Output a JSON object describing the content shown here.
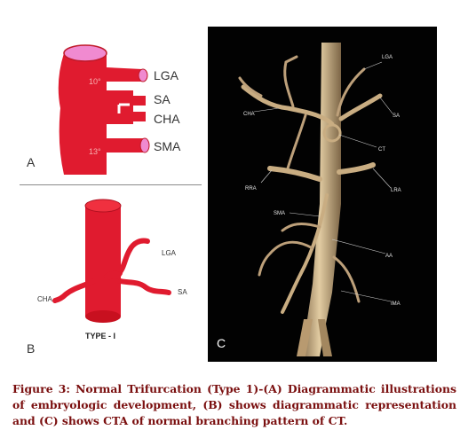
{
  "panel_a": {
    "letter": "A",
    "level_top": "10°",
    "level_bottom": "13°",
    "labels": [
      "LGA",
      "SA",
      "CHA",
      "SMA"
    ]
  },
  "panel_b": {
    "letter": "B",
    "type_label": "TYPE - I",
    "labels": {
      "lga": "LGA",
      "sa": "SA",
      "cha": "CHA"
    }
  },
  "panel_c": {
    "letter": "C",
    "labels": {
      "lga": "LGA",
      "cha": "CHA",
      "sa": "SA",
      "ct": "CT",
      "rra": "RRA",
      "lra": "LRA",
      "sma": "SMA",
      "aa": "AA",
      "ima": "IMA"
    }
  },
  "caption": "Figure 3: Normal Trifurcation (Type 1)-(A) Diagrammatic illustrations of embryologic development, (B) shows diagrammatic representation and (C) shows CTA of normal branching pattern of CT.",
  "colors": {
    "vessel_red": "#e01b2f",
    "vessel_pink": "#f08ad0",
    "caption": "#7a0f0f",
    "cta_vessel": "#cdb289"
  }
}
